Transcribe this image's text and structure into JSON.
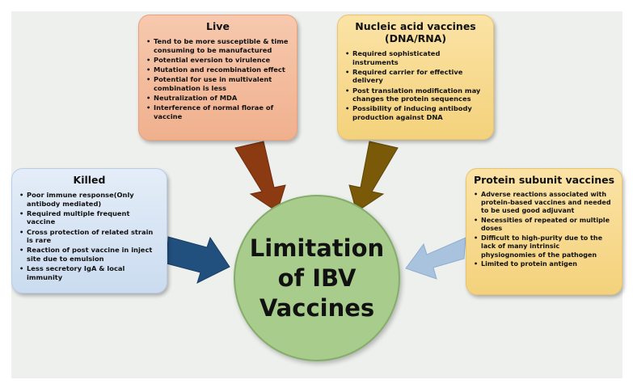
{
  "center": {
    "title_line1": "Limitation",
    "title_line2": "of IBV",
    "title_line3": "Vaccines"
  },
  "live": {
    "title": "Live",
    "items": [
      "Tend to be more susceptible & time consuming to be manufactured",
      "Potential eversion to virulence",
      "Mutation and recombination effect",
      "Potential for use in multivalent combination is less",
      "Neutralization of MDA",
      "Interference of normal florae of vaccine"
    ]
  },
  "nucleic": {
    "title_line1": "Nucleic acid vaccines",
    "title_line2": "(DNA/RNA)",
    "items": [
      "Required sophisticated instruments",
      "Required carrier for effective delivery",
      "Post translation modification may changes the protein sequences",
      "Possibility of inducing antibody production against DNA"
    ]
  },
  "killed": {
    "title": "Killed",
    "items": [
      "Poor immune response(Only antibody mediated)",
      "Required multiple frequent vaccine",
      "Cross protection of related strain  is rare",
      "Reaction of post vaccine in inject site due to emulsion",
      "Less secretory IgA & local immunity"
    ]
  },
  "protein": {
    "title": "Protein subunit vaccines",
    "items": [
      "Adverse reactions associated with protein-based vaccines and needed to be used good adjuvant",
      "Necessities of repeated or multiple doses",
      "Difficult to high-purity due to the lack of many intrinsic physiognomies of the pathogen",
      "Limited to protein antigen"
    ]
  },
  "colors": {
    "live_arrow": "#8b3a12",
    "nucleic_arrow": "#7a5a08",
    "killed_arrow": "#22507e",
    "protein_arrow": "#a9c3df",
    "center_fill": "#a7cc8c"
  }
}
